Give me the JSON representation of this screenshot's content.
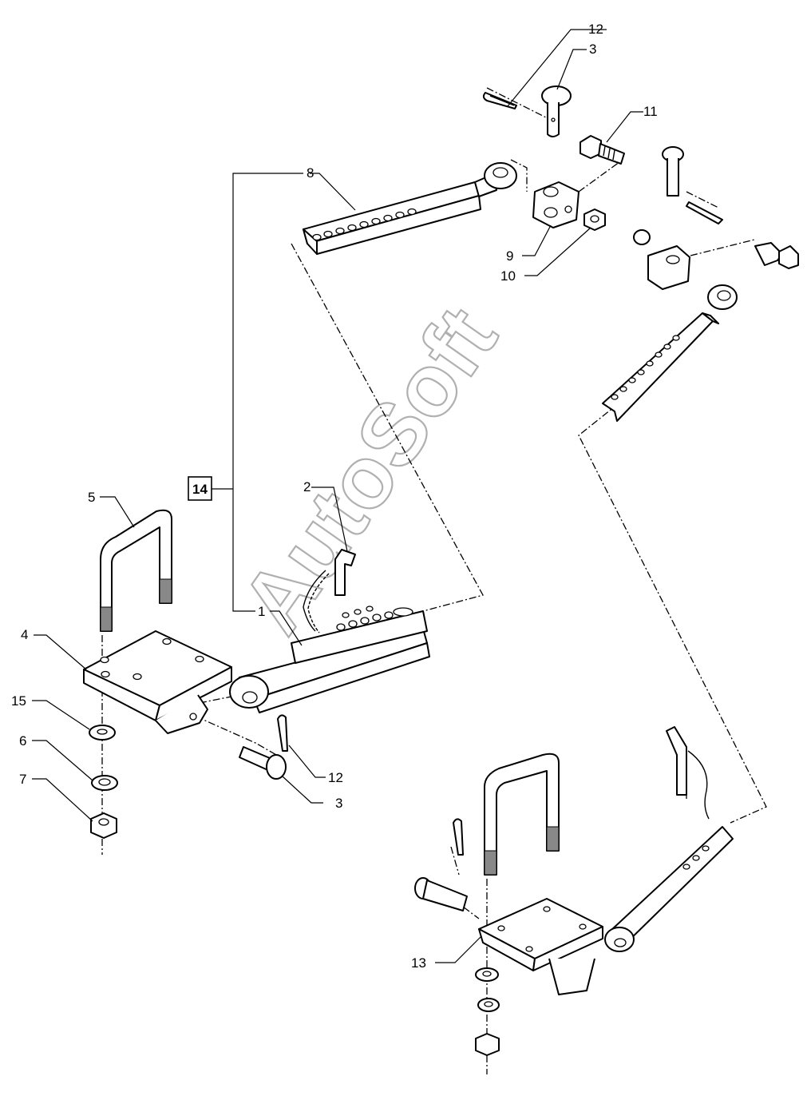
{
  "watermark": "AutoSoft",
  "box_label": "14",
  "callouts": {
    "c1": "1",
    "c2": "2",
    "c3_top": "3",
    "c3_bottom": "3",
    "c4": "4",
    "c5": "5",
    "c6": "6",
    "c7": "7",
    "c8": "8",
    "c9": "9",
    "c10": "10",
    "c11": "11",
    "c12_top": "12",
    "c12_bottom": "12",
    "c13": "13",
    "c15": "15"
  }
}
